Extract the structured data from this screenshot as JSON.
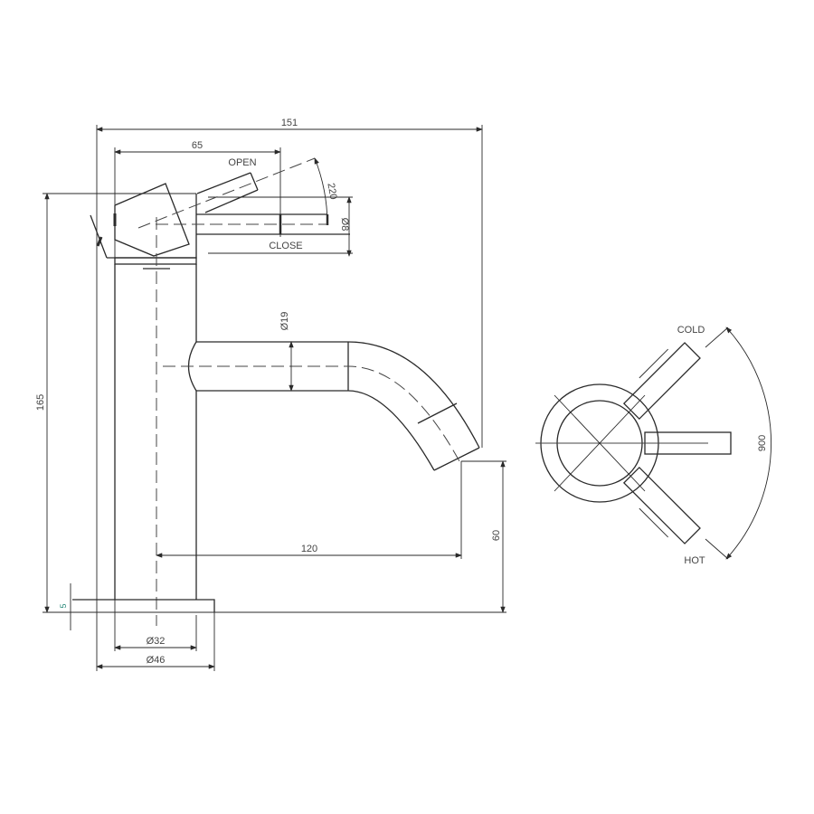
{
  "side_view": {
    "dimensions": {
      "overall_width": "151",
      "lever_reach": "65",
      "overall_height": "165",
      "spout_diameter": "Ø19",
      "spout_projection": "120",
      "spout_height": "60",
      "base_thickness": "5",
      "body_diameter": "Ø32",
      "base_diameter": "Ø46",
      "lever_angle": "220",
      "lever_diameter": "Ø8"
    },
    "labels": {
      "open": "OPEN",
      "close": "CLOSE"
    }
  },
  "top_view": {
    "labels": {
      "cold": "COLD",
      "hot": "HOT"
    },
    "rotation_angle": "900"
  }
}
